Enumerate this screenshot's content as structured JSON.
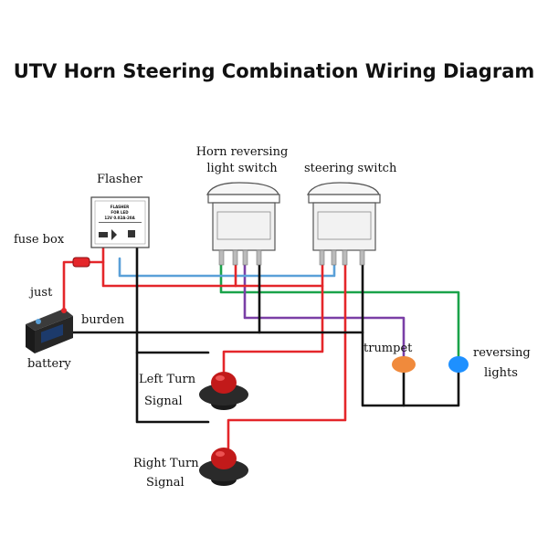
{
  "title": "UTV Horn Steering Combination Wiring Diagram",
  "labels": {
    "flasher": "Flasher",
    "horn_switch_line1": "Horn reversing",
    "horn_switch_line2": "light switch",
    "steering_switch": "steering switch",
    "fuse_box": "fuse box",
    "just": "just",
    "burden": "burden",
    "battery": "battery",
    "trumpet": "trumpet",
    "reversing_line1": "reversing",
    "reversing_line2": "lights",
    "left_turn_line1": "Left Turn",
    "left_turn_line2": "Signal",
    "right_turn_line1": "Right Turn",
    "right_turn_line2": "Signal"
  },
  "flasher_face": {
    "line1": "FLASHER",
    "line2": "FOR LED",
    "line3": "12V 0.02A-20A"
  },
  "colors": {
    "positive": "#e4262a",
    "negative": "#111111",
    "flasher_link": "#5aa0d8",
    "reverse": "#1aa34a",
    "horn": "#7a3fa6",
    "trumpet": "#f08a3c",
    "reversing_light": "#1e90ff",
    "turn_signal": "#c21a1a"
  }
}
